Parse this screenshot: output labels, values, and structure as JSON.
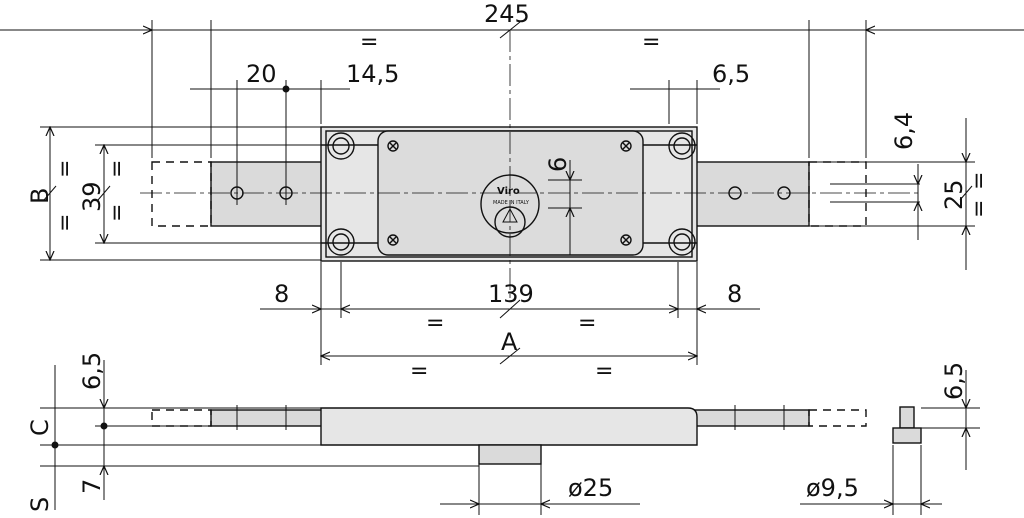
{
  "dimensions": {
    "overall_length": "245",
    "hole_spacing": "20",
    "slot_offset": "14,5",
    "right_offset": "6,5",
    "case_length": "139",
    "end_margin_left": "8",
    "end_margin_right": "8",
    "rail_height": "6,4",
    "cylinder_offset": "6",
    "bracket_height": "39",
    "rail_width": "25",
    "bolt_projection": "6,5",
    "cylinder_diameter": "ø25",
    "bolt_diameter": "ø9,5",
    "base_thickness": "7",
    "pin_height": "6,5"
  },
  "variables": {
    "b": "B",
    "a": "A",
    "c": "C",
    "s": "S"
  },
  "equal_marker": "=",
  "brand": {
    "name": "Viro",
    "origin": "MADE IN ITALY"
  },
  "colors": {
    "line": "#111111",
    "body_fill": "#e6e6e6",
    "plate_fill": "#dadada"
  }
}
